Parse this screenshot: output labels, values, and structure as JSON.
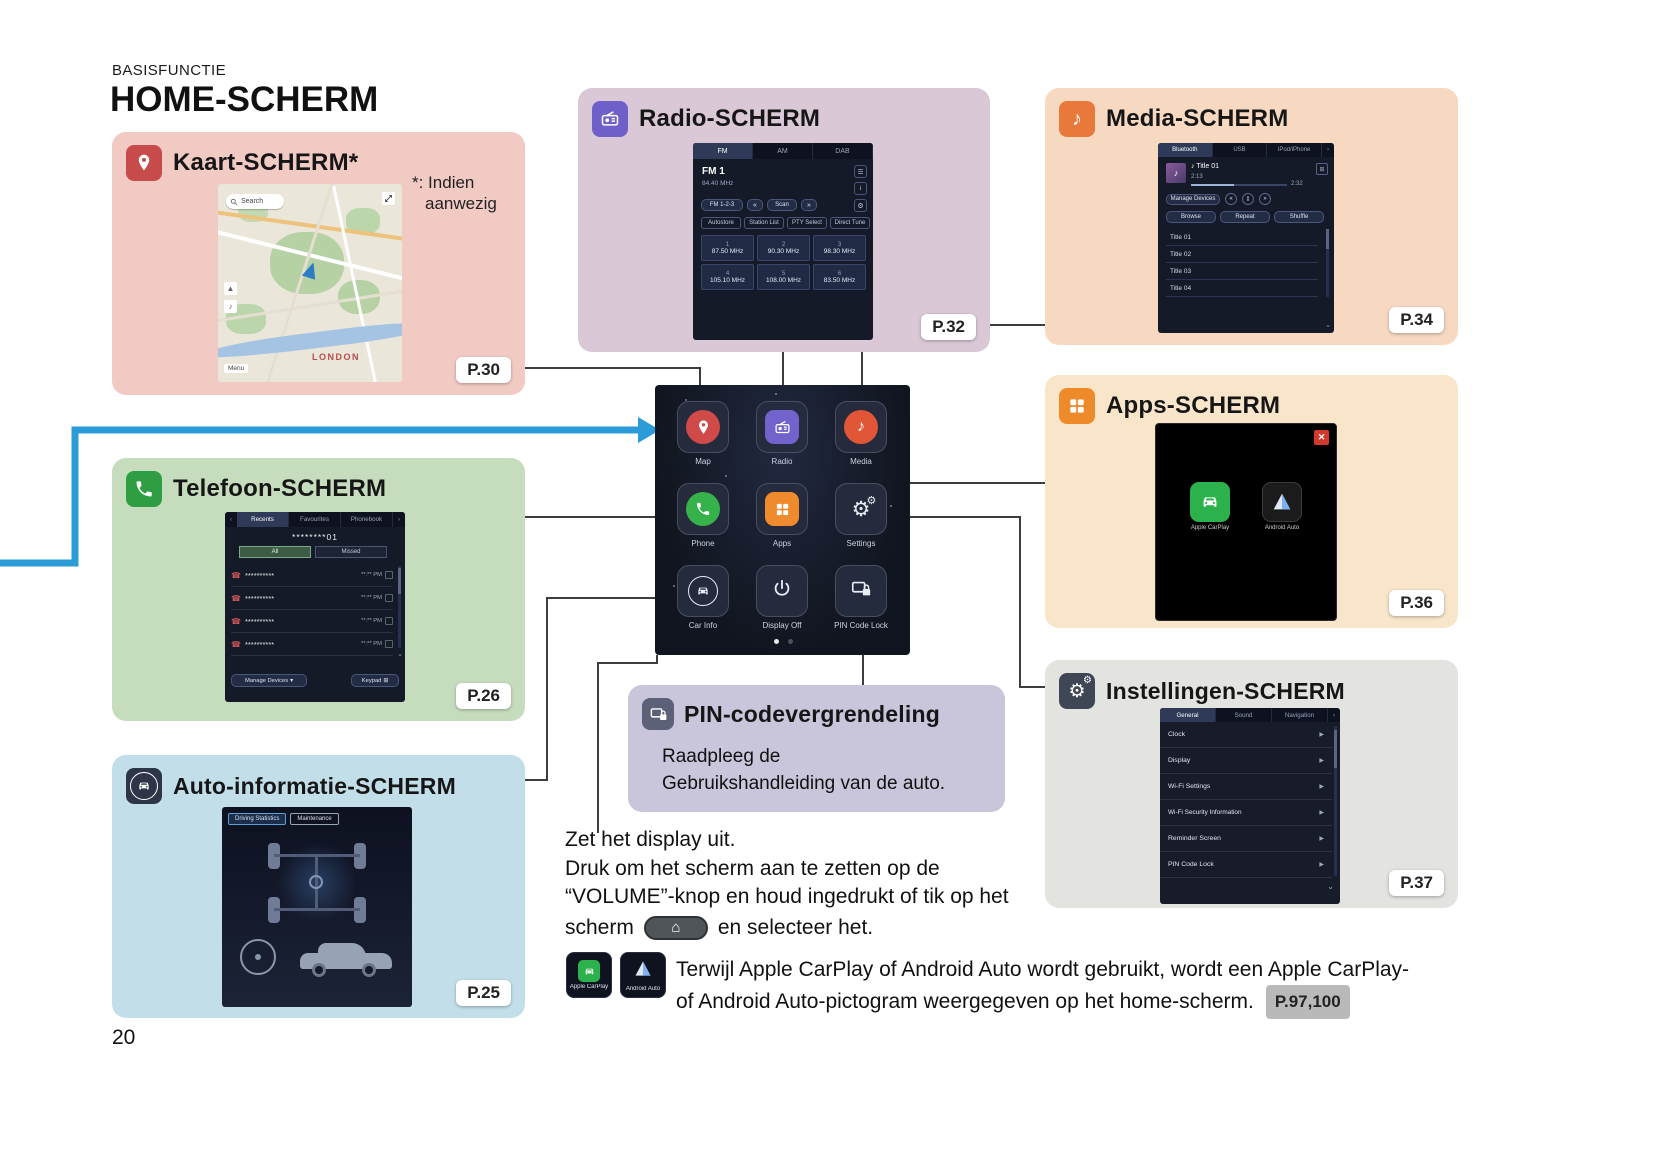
{
  "page": {
    "kicker": "BASISFUNCTIE",
    "title": "HOME-SCHERM",
    "number": "20"
  },
  "colors": {
    "arrow_blue": "#2b9cd8",
    "kaart": "#f2cac4",
    "telefoon": "#c6ddbd",
    "autoinfo": "#c2dfe9",
    "radio": "#dac8d7",
    "media": "#f7d9c2",
    "apps": "#f8e5ca",
    "instellingen": "#e3e3e0",
    "pin": "#c9c6db"
  },
  "panels": {
    "kaart": {
      "title": "Kaart-SCHERM*",
      "note1": "*: Indien",
      "note2": "aanwezig",
      "ref": "P.30"
    },
    "telefoon": {
      "title": "Telefoon-SCHERM",
      "ref": "P.26"
    },
    "autoinfo": {
      "title": "Auto-informatie-SCHERM",
      "ref": "P.25"
    },
    "radio": {
      "title": "Radio-SCHERM",
      "ref": "P.32"
    },
    "media": {
      "title": "Media-SCHERM",
      "ref": "P.34"
    },
    "apps": {
      "title": "Apps-SCHERM",
      "ref": "P.36"
    },
    "instellingen": {
      "title": "Instellingen-SCHERM",
      "ref": "P.37"
    },
    "pin": {
      "title": "PIN-codevergrendeling",
      "body1": "Raadpleeg de",
      "body2": "Gebruikshandleiding van de auto."
    }
  },
  "home": {
    "icons": [
      {
        "label": "Map"
      },
      {
        "label": "Radio"
      },
      {
        "label": "Media"
      },
      {
        "label": "Phone"
      },
      {
        "label": "Apps"
      },
      {
        "label": "Settings"
      },
      {
        "label": "Car Info"
      },
      {
        "label": "Display Off"
      },
      {
        "label": "PIN Code Lock"
      }
    ]
  },
  "screens": {
    "map": {
      "search": "Search",
      "city": "LONDON",
      "menu": "Menu"
    },
    "radio": {
      "tabs": [
        "FM",
        "AM",
        "DAB"
      ],
      "station": "FM 1",
      "freq": "84.40 MHz",
      "band": "FM 1-2-3",
      "scan": "Scan",
      "funcs": [
        "Autostore",
        "Station List",
        "PTY Select",
        "Direct Tune"
      ],
      "presets": [
        {
          "n": "1",
          "f": "87.50 MHz"
        },
        {
          "n": "2",
          "f": "90.30 MHz"
        },
        {
          "n": "3",
          "f": "98.30 MHz"
        },
        {
          "n": "4",
          "f": "105.10 MHz"
        },
        {
          "n": "5",
          "f": "108.00 MHz"
        },
        {
          "n": "6",
          "f": "83.50 MHz"
        }
      ]
    },
    "media": {
      "tabs": [
        "Bluetooth",
        "USB",
        "iPod/iPhone"
      ],
      "title": "Title 01",
      "elapsed": "2:13",
      "total": "2:32",
      "manage": "Manage Devices",
      "buttons": [
        "Browse",
        "Repeat",
        "Shuffle"
      ],
      "tracks": [
        "Title 01",
        "Title 02",
        "Title 03",
        "Title 04"
      ]
    },
    "phone": {
      "tabs": [
        "Recents",
        "Favourites",
        "Phonebook"
      ],
      "number": "********01",
      "filters": [
        "All",
        "Missed"
      ],
      "calls": [
        {
          "num": "**********",
          "time": "**:** PM"
        },
        {
          "num": "**********",
          "time": "**:** PM"
        },
        {
          "num": "**********",
          "time": "**:** PM"
        },
        {
          "num": "**********",
          "time": "**:** PM"
        }
      ],
      "manage": "Manage Devices",
      "keypad": "Keypad"
    },
    "autoinfo": {
      "tabs": [
        "Driving Statistics",
        "Maintenance"
      ]
    },
    "apps": {
      "items": [
        "Apple CarPlay",
        "Android Auto"
      ]
    },
    "settings": {
      "tabs": [
        "General",
        "Sound",
        "Navigation"
      ],
      "items": [
        "Clock",
        "Display",
        "Wi-Fi Settings",
        "Wi-Fi Security Information",
        "Reminder Screen",
        "PIN Code Lock"
      ]
    }
  },
  "display_note": {
    "line1": "Zet het display uit.",
    "line2": "Druk om het scherm aan te zetten op de",
    "line3": "“VOLUME”-knop en houd ingedrukt of tik op het",
    "line4a": "scherm",
    "line4b": "en selecteer het."
  },
  "footer": {
    "line1": "Terwijl Apple CarPlay of Android Auto wordt gebruikt, wordt een Apple CarPlay-",
    "line2": "of Android Auto-pictogram weergegeven op het home-scherm.",
    "ref": "P.97,100",
    "icon1": "Apple CarPlay",
    "icon2": "Android Auto"
  }
}
